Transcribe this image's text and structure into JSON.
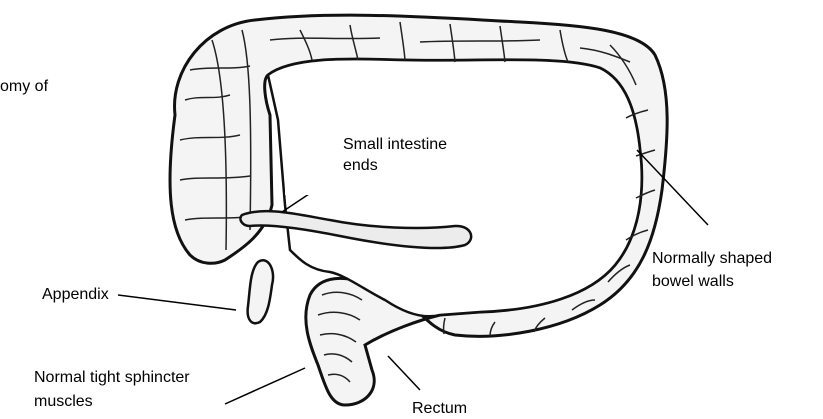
{
  "header": {
    "partial_text": "omy of"
  },
  "labels": {
    "small_intestine_line1": "Small intestine",
    "small_intestine_line2": "ends",
    "bowel_walls_line1": "Normally shaped",
    "bowel_walls_line2": "bowel walls",
    "appendix": "Appendix",
    "sphincter_line1": "Normal tight sphincter",
    "sphincter_line2": "muscles",
    "rectum": "Rectum"
  }
}
